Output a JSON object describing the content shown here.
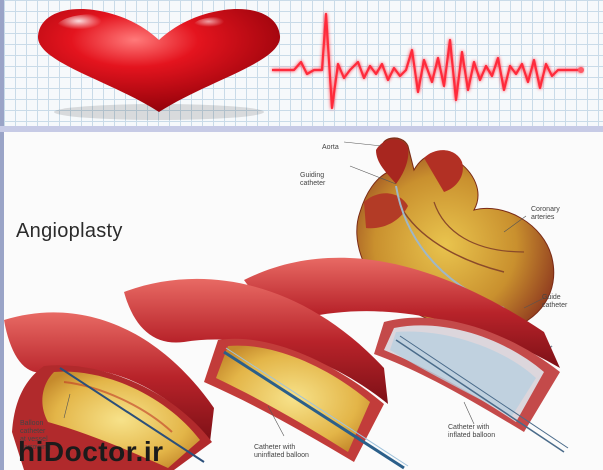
{
  "header_banner": {
    "icons": [
      "heart-icon",
      "ecg-waveform-icon"
    ],
    "colors": {
      "heart": "#d8101a",
      "ecg_line": "#ff2b3a",
      "grid": "#c9dbe8"
    }
  },
  "diagram": {
    "title": "Angioplasty",
    "labels": {
      "aorta": "Aorta",
      "guiding_catheter": "Guiding\ncatheter",
      "coronary_arteries": "Coronary\narteries",
      "guide_catheter": "Guide\ncatheter",
      "balloon_catheter": "Balloon\ncatheter\nat vessel\nnarrowing",
      "catheter_uninflated": "Catheter with\nuninflated balloon",
      "catheter_inflated": "Catheter with\ninflated balloon"
    },
    "watermark": "hiDoctor.ir"
  }
}
